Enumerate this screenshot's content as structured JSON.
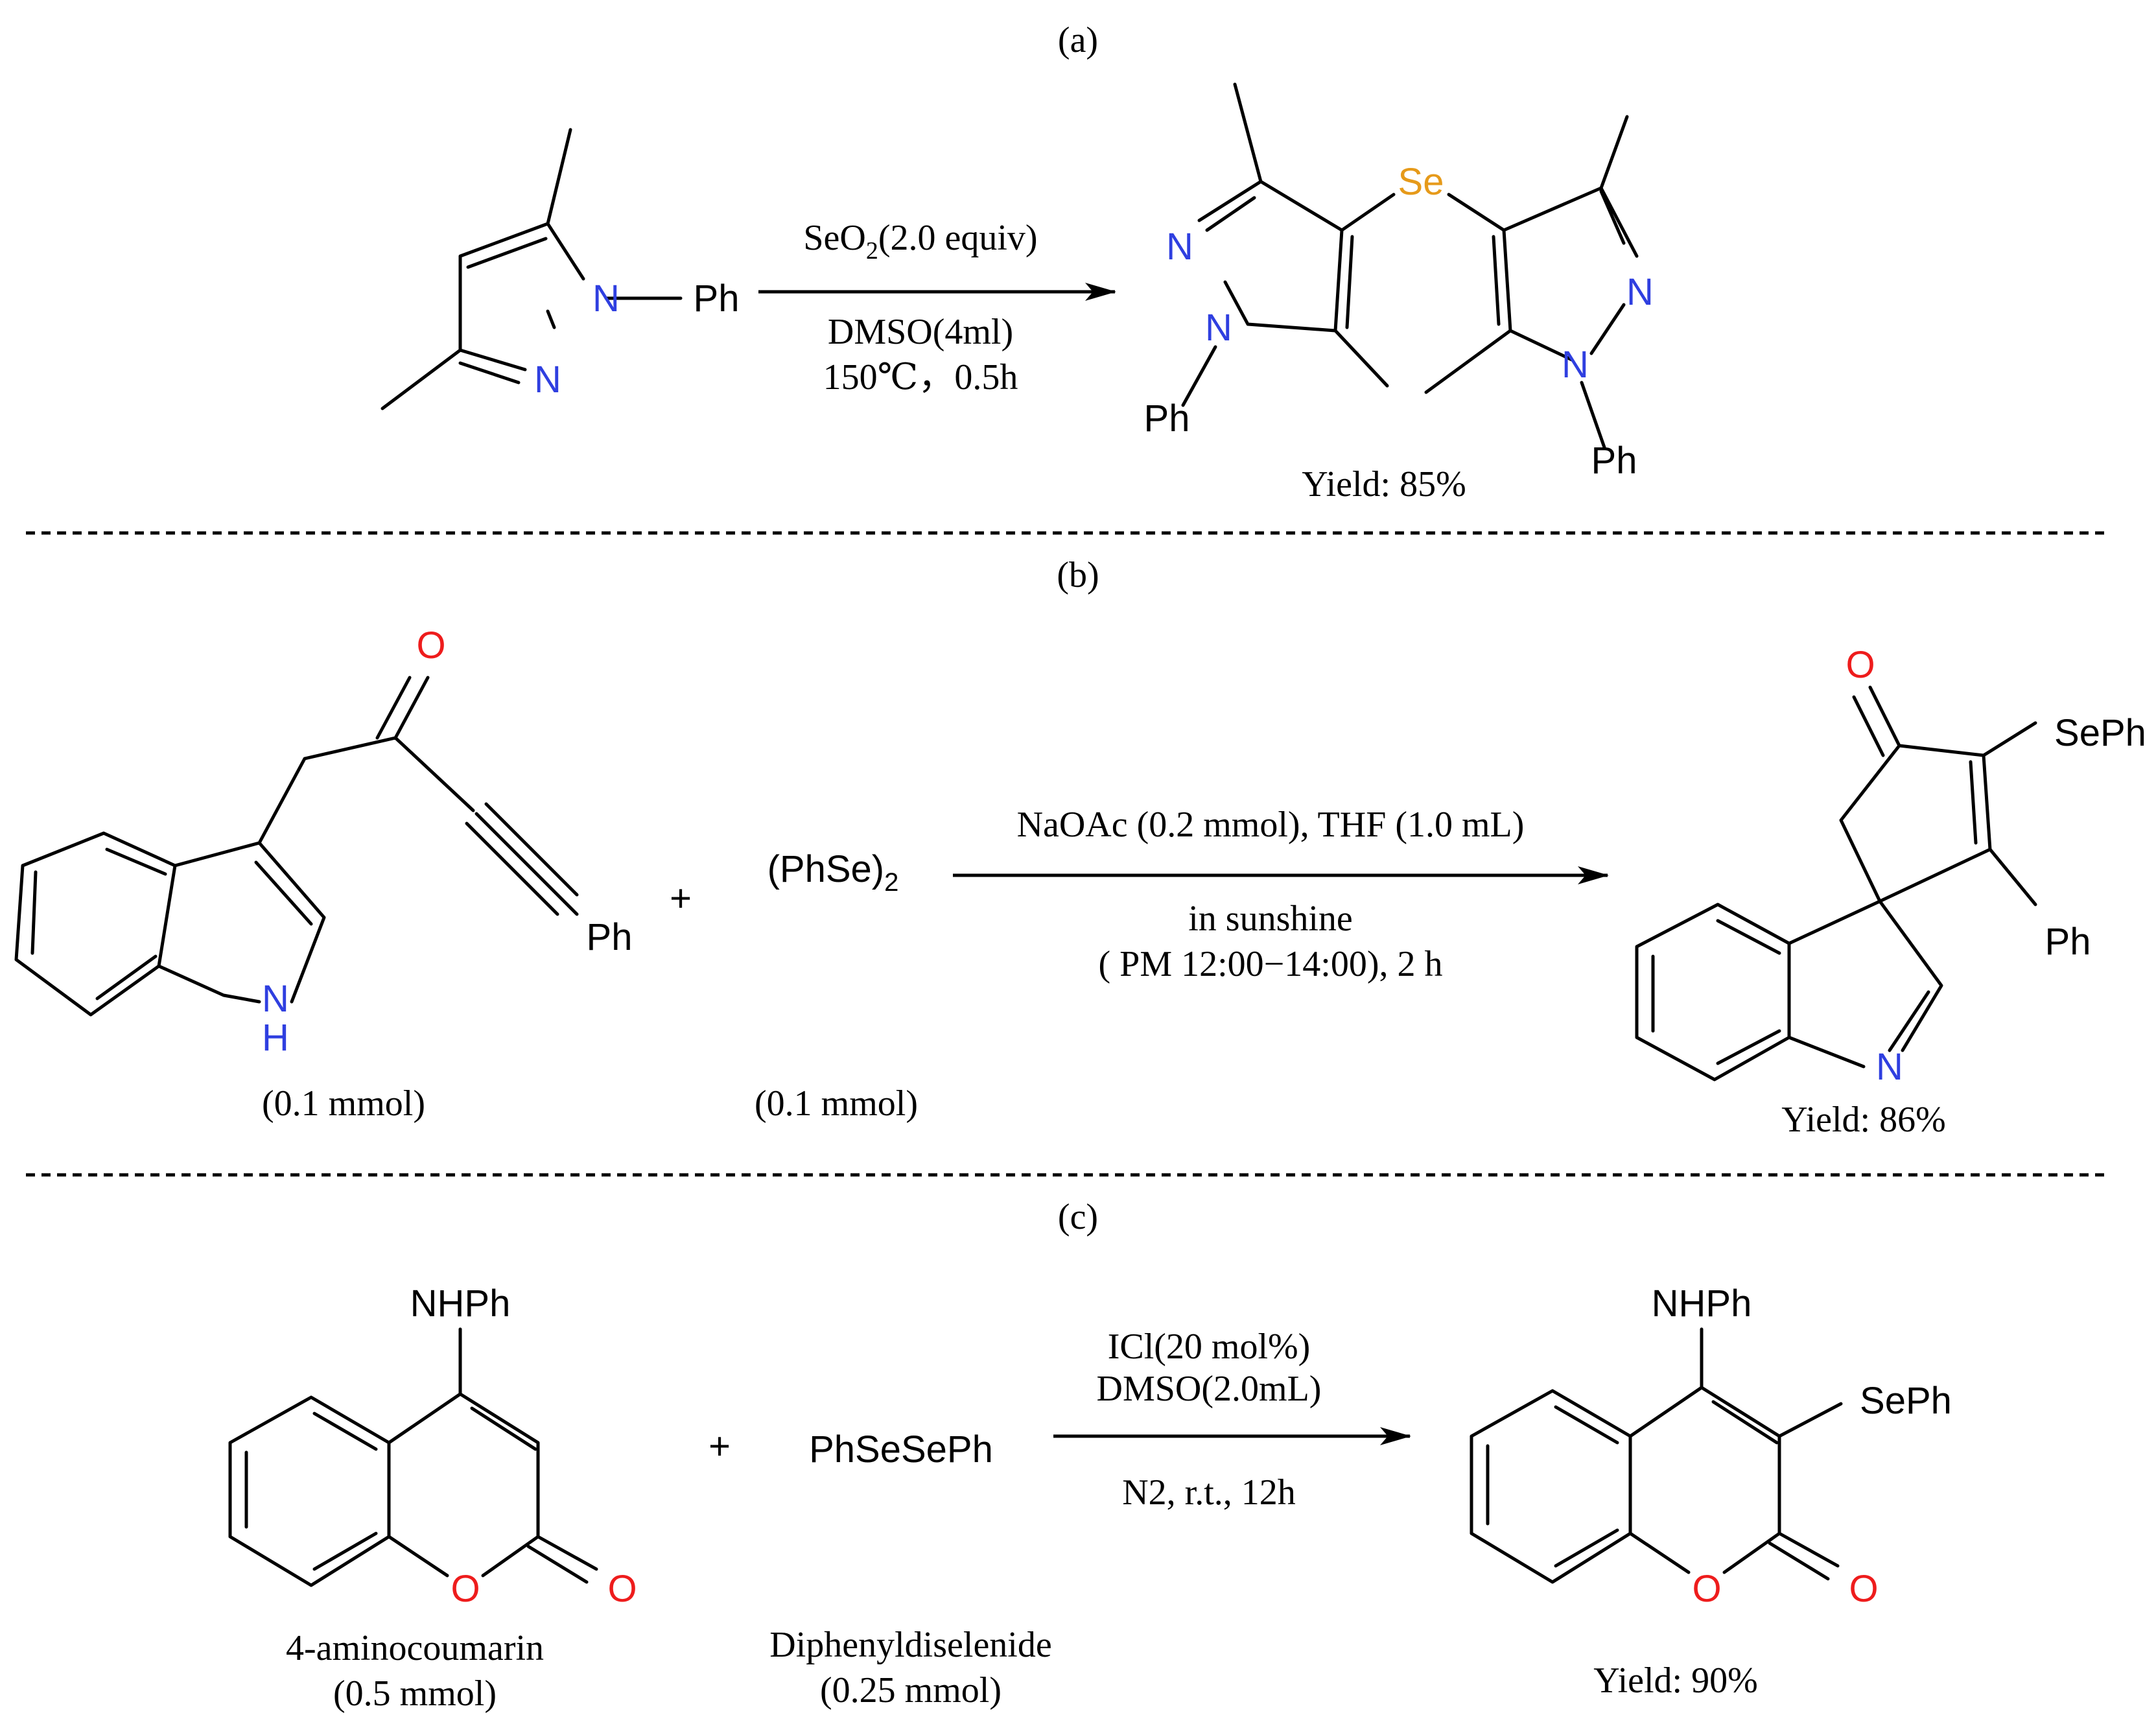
{
  "colors": {
    "nitrogen": "#2f3fe0",
    "oxygen": "#ee1c1c",
    "selenium": "#e69a1a",
    "ink": "#000000"
  },
  "panels": [
    {
      "label": "(a)",
      "atoms": {
        "N": "N",
        "Se": "Se",
        "Ph": "Ph"
      },
      "conditions_top_prefix": "SeO",
      "conditions_top_sub": "2",
      "conditions_top_suffix": "(2.0 equiv)",
      "conditions_bottom_1": "DMSO(4ml)",
      "conditions_bottom_2": "150℃，0.5h",
      "yield": "Yield: 85%"
    },
    {
      "label": "(b)",
      "atoms": {
        "O": "O",
        "N": "N",
        "H": "H",
        "Ph": "Ph",
        "SePh": "SePh"
      },
      "reagent_prefix": "(PhSe)",
      "reagent_sub": "2",
      "plus": "+",
      "substrate_amount": "(0.1 mmol)",
      "reagent_amount": "(0.1 mmol)",
      "conditions_top": "NaOAc (0.2 mmol), THF (1.0 mL)",
      "conditions_bottom_1": "in sunshine",
      "conditions_bottom_2": "( PM 12:00−14:00), 2 h",
      "yield": "Yield: 86%"
    },
    {
      "label": "(c)",
      "atoms": {
        "O": "O",
        "NHPh": "NHPh",
        "SePh": "SePh"
      },
      "plus": "+",
      "reagent": "PhSeSePh",
      "substrate_name": "4-aminocoumarin",
      "substrate_amount": "(0.5 mmol)",
      "reagent_name": "Diphenyldiselenide",
      "reagent_amount": "(0.25 mmol)",
      "conditions_top_1": "ICl(20 mol%)",
      "conditions_top_2": "DMSO(2.0mL)",
      "conditions_bottom": "N2, r.t., 12h",
      "yield": "Yield: 90%"
    }
  ]
}
